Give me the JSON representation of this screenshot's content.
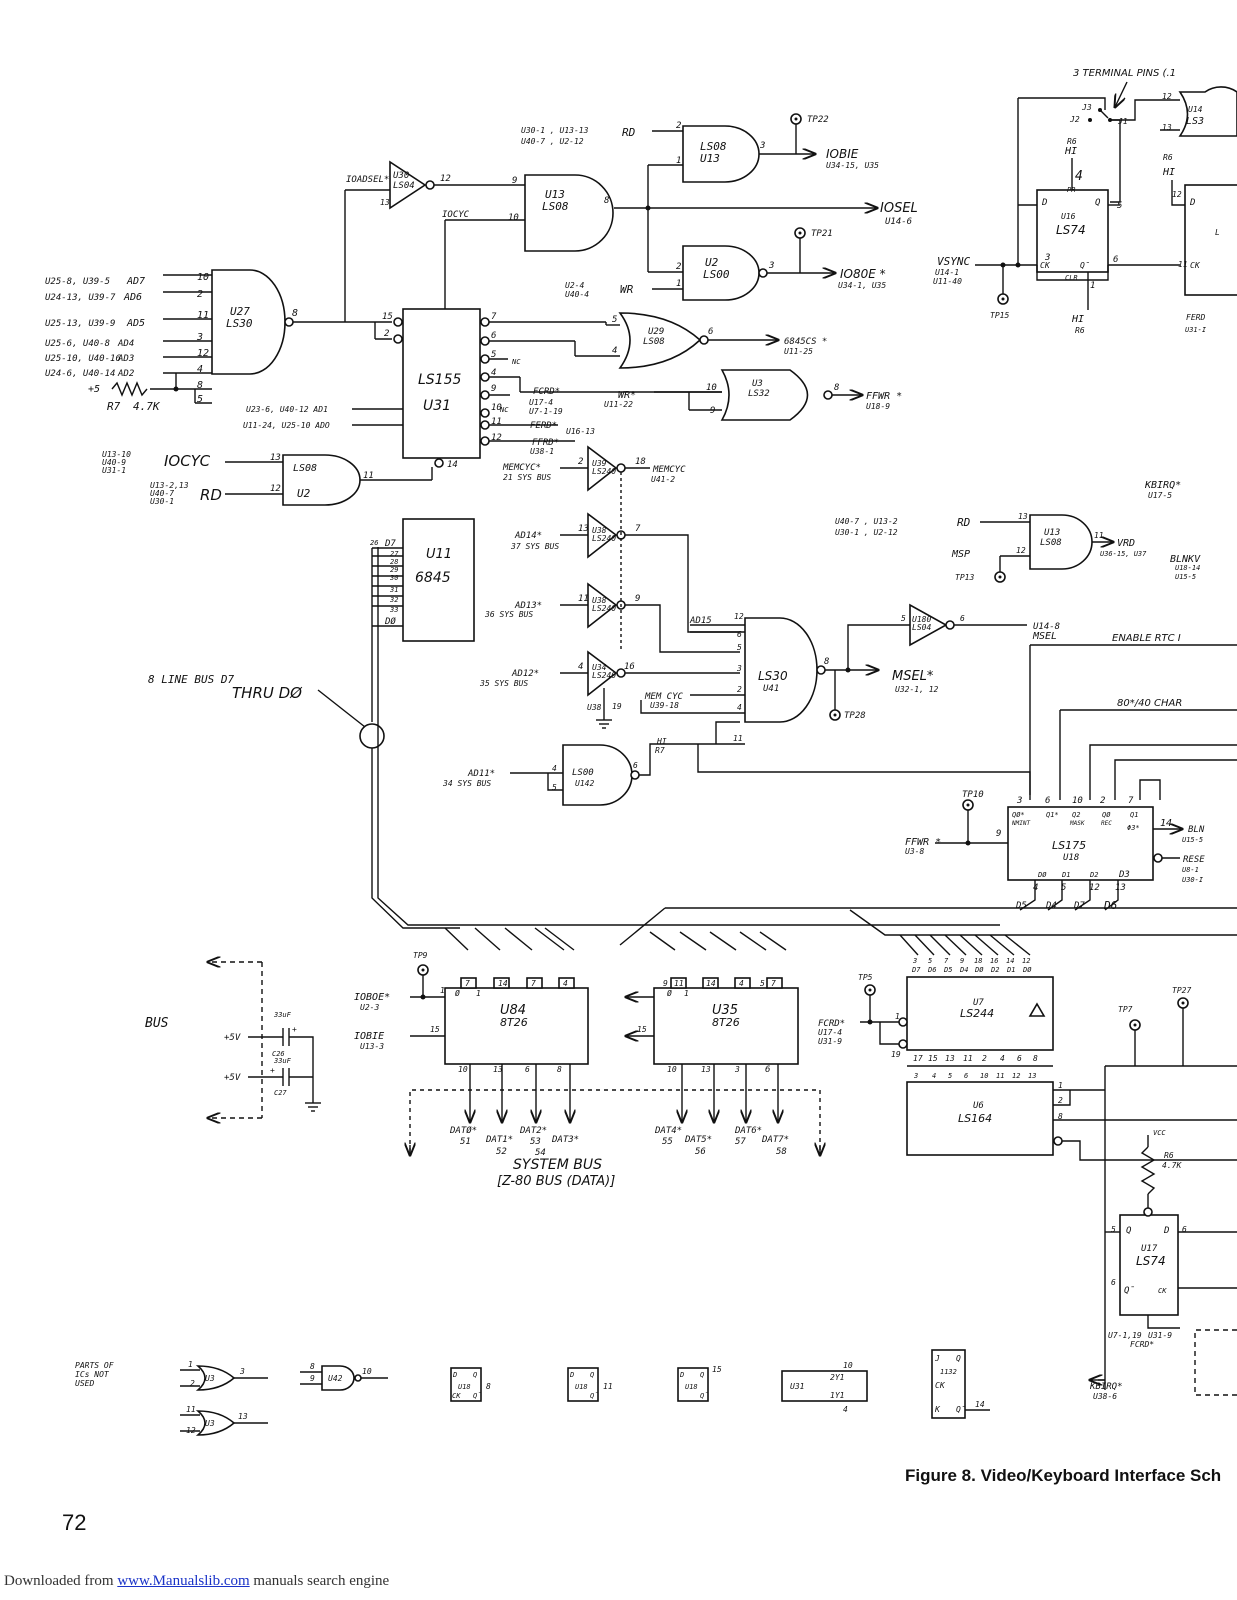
{
  "figure_caption": "Figure 8. Video/Keyboard Interface Sch",
  "page_number": "72",
  "footer": {
    "prefix": "Downloaded from ",
    "link_text": "www.Manualslib.com",
    "suffix": " manuals search engine"
  },
  "notes": {
    "terminal_pins": "3 TERMINAL PINS (.1",
    "bus_label": "BUS",
    "system_bus_line1": "SYSTEM BUS",
    "system_bus_line2": "[Z-80 BUS (DATA)]",
    "eight_line_bus_line1": "8 LINE BUS D7",
    "eight_line_bus_line2": "THRU DØ",
    "enable_rtc": "ENABLE RTC I",
    "char_80_40": "80*/40 CHAR",
    "parts_not_used": [
      "PARTS OF",
      "ICs NOT",
      "USED"
    ]
  },
  "components": {
    "u27": {
      "ref": "U27",
      "type": "LS30"
    },
    "u30": {
      "ref": "U30",
      "type": "LS04"
    },
    "u13_top": {
      "ref": "U13",
      "type": "LS08"
    },
    "u13_rd": {
      "ref": "LS08",
      "type": "U13"
    },
    "u2_wr": {
      "ref": "U2",
      "type": "LS00"
    },
    "u29": {
      "ref": "U29",
      "type": "LS08"
    },
    "u3": {
      "ref": "U3",
      "type": "LS32"
    },
    "u31": {
      "ref": "U31",
      "type": "LS155"
    },
    "u2_iocyc": {
      "ref": "U2",
      "type": "LS08"
    },
    "u11": {
      "ref": "U11",
      "type": "6845"
    },
    "u39": {
      "ref": "U39",
      "type": "LS240"
    },
    "u38a": {
      "ref": "U38",
      "type": "LS240"
    },
    "u38b": {
      "ref": "U38",
      "type": "LS240"
    },
    "u34": {
      "ref": "U34",
      "type": "LS240"
    },
    "u41": {
      "ref": "U41",
      "type": "LS30"
    },
    "u180": {
      "ref": "U180",
      "type": "LS04"
    },
    "u142": {
      "ref": "U142",
      "type": "LS00"
    },
    "u13_msp": {
      "ref": "U13",
      "type": "LS08"
    },
    "u16": {
      "ref": "U16",
      "type": "LS74"
    },
    "u14": {
      "ref": "U14",
      "type": "LS3"
    },
    "u18": {
      "ref": "U18",
      "type": "LS175"
    },
    "u84": {
      "ref": "U84",
      "type": "8T26"
    },
    "u35": {
      "ref": "U35",
      "type": "8T26"
    },
    "u7": {
      "ref": "U7",
      "type": "LS244"
    },
    "u6": {
      "ref": "U6",
      "type": "LS164"
    },
    "u17": {
      "ref": "U17",
      "type": "LS74"
    }
  },
  "signals": {
    "ioadsel": "IOADSEL*",
    "iocyc": "IOCYC",
    "iocyc_big": "IOCYC",
    "rd": "RD",
    "wr": "WR",
    "wr_star": "WR*",
    "iobie": "IOBIE",
    "iobie_dest": "U34-15, U35",
    "iosel": "IOSEL",
    "iosel_dest": "U14-6",
    "io80e": "IO80E *",
    "io80e_dest": "U34-1, U35",
    "cs6845": "6845CS *",
    "cs6845_dest": "U11-25",
    "ffwr": "FFWR *",
    "ffwr_dest": "U18-9",
    "fcrd": "FCRD*",
    "ferd": "FERD*",
    "ffrd": "FFRD*",
    "memcyc_in": "MEMCYC*",
    "memcyc_out": "MEMCYC",
    "memcyc_mid": "MEM CYC",
    "ad14": "AD14*",
    "ad13": "AD13*",
    "ad12": "AD12*",
    "ad11": "AD11*",
    "ad15": "AD15",
    "msel": "MSEL*",
    "msel_dest": "U32-1, 12",
    "msel_upper": "MSEL",
    "vrd": "VRD",
    "msp": "MSP",
    "vsync": "VSYNC",
    "kbirq": "KBIRQ*",
    "blnkv": "BLNKV",
    "blnk": "BLN",
    "reset": "RESE",
    "iobe_star": "IOBOE*",
    "iobie_in": "IOBIE",
    "fcrd2": "FCRD*",
    "kbirq2": "KBIRQ*",
    "hi": "HI",
    "vcc": "VCC"
  },
  "testpoints": [
    "TP22",
    "TP21",
    "TP15",
    "TP13",
    "TP28",
    "TP10",
    "TP9",
    "TP5",
    "TP7",
    "TP27"
  ],
  "address_lines": [
    {
      "src": "U25-8, U39-5",
      "sig": "AD7",
      "pin": "10"
    },
    {
      "src": "U24-13, U39-7",
      "sig": "AD6",
      "pin": "2"
    },
    {
      "src": "U25-13, U39-9",
      "sig": "AD5",
      "pin": "11"
    },
    {
      "src": "U25-6, U40-8",
      "sig": "AD4",
      "pin": "3"
    },
    {
      "src": "U25-10, U40-16",
      "sig": "AD3",
      "pin": "12"
    },
    {
      "src": "U24-6, U40-14",
      "sig": "AD2",
      "pin": "4"
    }
  ],
  "resistor_r7": {
    "supply": "+5",
    "label": "R7",
    "value": "4.7K"
  },
  "data_out_a": [
    {
      "sig": "DATØ*",
      "pin": "51"
    },
    {
      "sig": "DAT1*",
      "pin": "52"
    },
    {
      "sig": "DAT2*",
      "pin": "53"
    },
    {
      "sig": "DAT3*",
      "pin": "54"
    }
  ],
  "data_out_b": [
    {
      "sig": "DAT4*",
      "pin": "55"
    },
    {
      "sig": "DAT5*",
      "pin": "56"
    },
    {
      "sig": "DAT6*",
      "pin": "57"
    },
    {
      "sig": "DAT7*",
      "pin": "58"
    }
  ],
  "power": {
    "plus5a": "+5V",
    "plus5b": "+5V",
    "c26_label": "C26",
    "c26_value": "33uF",
    "c27_label": "C27",
    "c27_value": "33uF"
  }
}
